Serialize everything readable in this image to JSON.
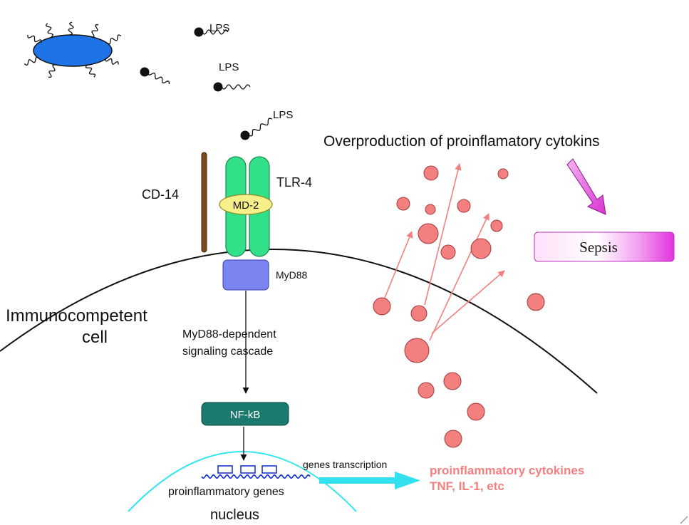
{
  "labels": {
    "lps_1": "LPS",
    "lps_2": "LPS",
    "lps_3": "LPS",
    "title": "Overproduction of proinflamatory cytokins",
    "cd14": "CD-14",
    "tlr4": "TLR-4",
    "md2": "MD-2",
    "myd88": "MyD88",
    "cell_line1": "Immunocompetent",
    "cell_line2": "cell",
    "cascade_line1": "MyD88-dependent",
    "cascade_line2": "signaling cascade",
    "nfkb": "NF-kB",
    "genes_transcription": "genes transcription",
    "proinflammatory_genes": "proinflammatory genes",
    "nucleus": "nucleus",
    "cytokines_line1": "proinflammatory cytokines",
    "cytokines_line2": "TNF, IL-1, etc",
    "sepsis": "Sepsis"
  },
  "colors": {
    "bacterium": "#1e73e6",
    "tlr4": "#33e08a",
    "md2": "#f7ef8a",
    "myd88": "#7b84f0",
    "nfkb": "#1a7a6e",
    "nucleus": "#33e6f0",
    "genes": "#0a2ad0",
    "cytokine": "#f47f7f",
    "cytokine_text": "#f47f7f",
    "sepsis_box": "#f033e6",
    "sepsis_arrow": "#e640e0",
    "cd14": "#7a4a1e",
    "transcription_arrow": "#33e0f0"
  },
  "icons": [
    "bacterium-icon",
    "lps-molecule-icon",
    "cytokine-particle-icon",
    "arrow-icon"
  ]
}
